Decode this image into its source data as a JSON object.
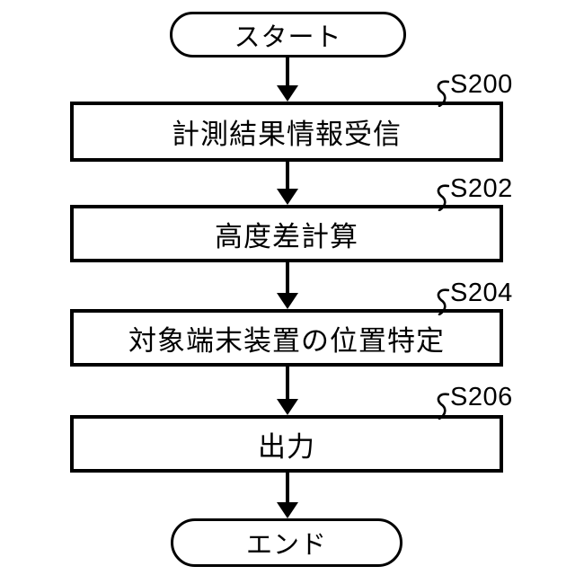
{
  "diagram": {
    "type": "flowchart",
    "colors": {
      "line": "#000000",
      "background": "#ffffff"
    },
    "start": {
      "label": "スタート"
    },
    "end": {
      "label": "エンド"
    },
    "steps": [
      {
        "id": "S200",
        "label": "計測結果情報受信"
      },
      {
        "id": "S202",
        "label": "高度差計算"
      },
      {
        "id": "S204",
        "label": "対象端末装置の位置特定"
      },
      {
        "id": "S206",
        "label": "出力"
      }
    ]
  }
}
